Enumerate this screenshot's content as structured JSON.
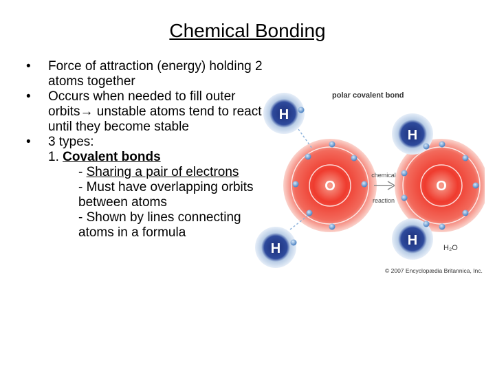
{
  "title": "Chemical Bonding",
  "bullets": {
    "b1": "Force of attraction (energy) holding 2 atoms together",
    "b2_line1": "Occurs when needed to fill outer orbits",
    "b2_arrow": "→",
    "b2_line2": " unstable atoms tend to react until they become stable",
    "b3": "3 types:",
    "item1_num": "1. ",
    "item1_label": "Covalent bonds",
    "sub1_prefix": "- ",
    "sub1_text": "Sharing a pair of electrons",
    "sub2": "- Must have overlapping orbits between atoms",
    "sub3": "- Shown by lines connecting atoms in a formula"
  },
  "diagram": {
    "heading": "polar covalent bond",
    "atom_h": "H",
    "atom_o": "O",
    "arrow_top": "chemical",
    "arrow_bottom": "reaction",
    "formula": "H₂O",
    "credit": "© 2007 Encyclopædia Britannica, Inc."
  },
  "colors": {
    "hydrogen": "#2e4a9c",
    "oxygen": "#e8202a",
    "electron": "#7aa9d8"
  }
}
